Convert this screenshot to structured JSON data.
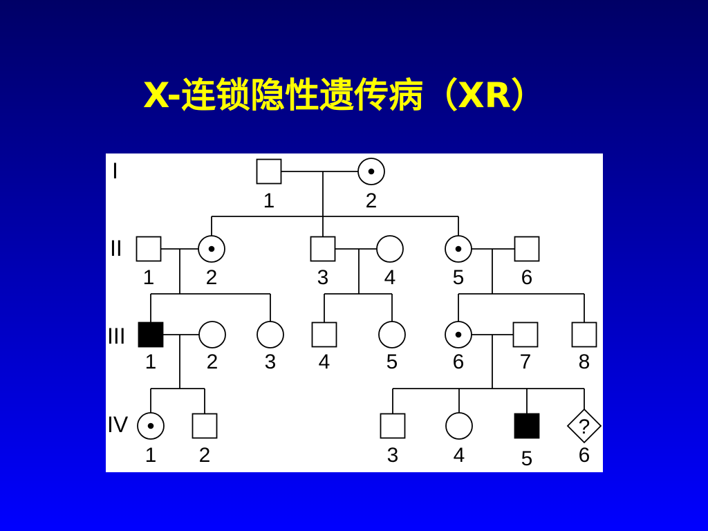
{
  "title": "X-连锁隐性遗传病（XR）",
  "colors": {
    "background_top": "#000066",
    "background_bottom": "#0000ff",
    "title": "#ffff00",
    "panel": "#ffffff",
    "ink": "#000000"
  },
  "pedigree": {
    "generations": [
      {
        "label": "I",
        "members": [
          {
            "number": "1",
            "symbol": "square-icon"
          },
          {
            "number": "2",
            "symbol": "dotted-circle-icon"
          }
        ]
      },
      {
        "label": "II",
        "members": [
          {
            "number": "1",
            "symbol": "square-icon"
          },
          {
            "number": "2",
            "symbol": "dotted-circle-icon"
          },
          {
            "number": "3",
            "symbol": "square-icon"
          },
          {
            "number": "4",
            "symbol": "circle-icon"
          },
          {
            "number": "5",
            "symbol": "dotted-circle-icon"
          },
          {
            "number": "6",
            "symbol": "square-icon"
          }
        ]
      },
      {
        "label": "III",
        "members": [
          {
            "number": "1",
            "symbol": "filled-square-icon"
          },
          {
            "number": "2",
            "symbol": "circle-icon"
          },
          {
            "number": "3",
            "symbol": "circle-icon"
          },
          {
            "number": "4",
            "symbol": "square-icon"
          },
          {
            "number": "5",
            "symbol": "circle-icon"
          },
          {
            "number": "6",
            "symbol": "dotted-circle-icon"
          },
          {
            "number": "7",
            "symbol": "square-icon"
          },
          {
            "number": "8",
            "symbol": "square-icon"
          }
        ]
      },
      {
        "label": "IV",
        "members": [
          {
            "number": "1",
            "symbol": "dotted-circle-icon"
          },
          {
            "number": "2",
            "symbol": "square-icon"
          },
          {
            "number": "3",
            "symbol": "square-icon"
          },
          {
            "number": "4",
            "symbol": "circle-icon"
          },
          {
            "number": "5",
            "symbol": "filled-square-icon"
          },
          {
            "number": "6",
            "symbol": "diamond-icon",
            "mark": "?"
          }
        ]
      }
    ]
  }
}
